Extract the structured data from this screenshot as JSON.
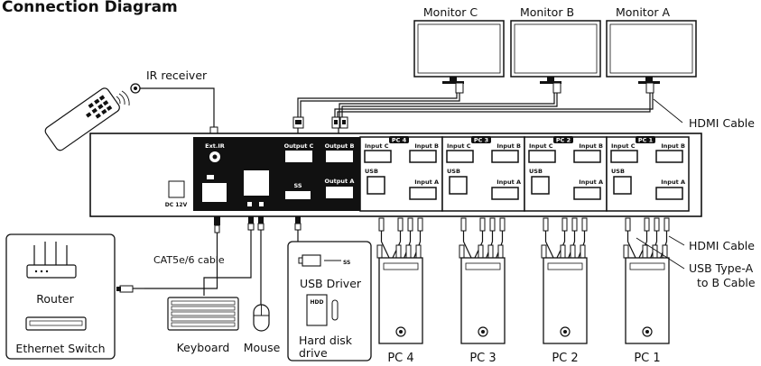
{
  "title": "Connection Diagram",
  "monitors": [
    "Monitor C",
    "Monitor B",
    "Monitor A"
  ],
  "ir_receiver": "IR receiver",
  "hdmi_cable_top": "HDMI Cable",
  "hdmi_cable_right": "HDMI Cable",
  "usb_a_to_b": [
    "USB Type-A",
    "to B Cable"
  ],
  "cat_cable": "CAT5e/6 cable",
  "router": "Router",
  "ethernet_switch": "Ethernet Switch",
  "keyboard": "Keyboard",
  "mouse": "Mouse",
  "usb_driver": "USB Driver",
  "hard_disk": [
    "Hard disk",
    "drive"
  ],
  "hdd_tag": "HDD",
  "usb_logo": "SS",
  "dc": "DC 12V",
  "ext_ir": "Ext.IR",
  "outputs": {
    "c": "Output C",
    "b": "Output B",
    "a": "Output A"
  },
  "port_labels": {
    "input_c": "Input C",
    "input_b": "Input B",
    "input_a": "Input A",
    "usb": "USB"
  },
  "pc_groups": [
    "PC 4",
    "PC 3",
    "PC 2",
    "PC 1"
  ],
  "pcs": [
    "PC 4",
    "PC 3",
    "PC 2",
    "PC 1"
  ]
}
